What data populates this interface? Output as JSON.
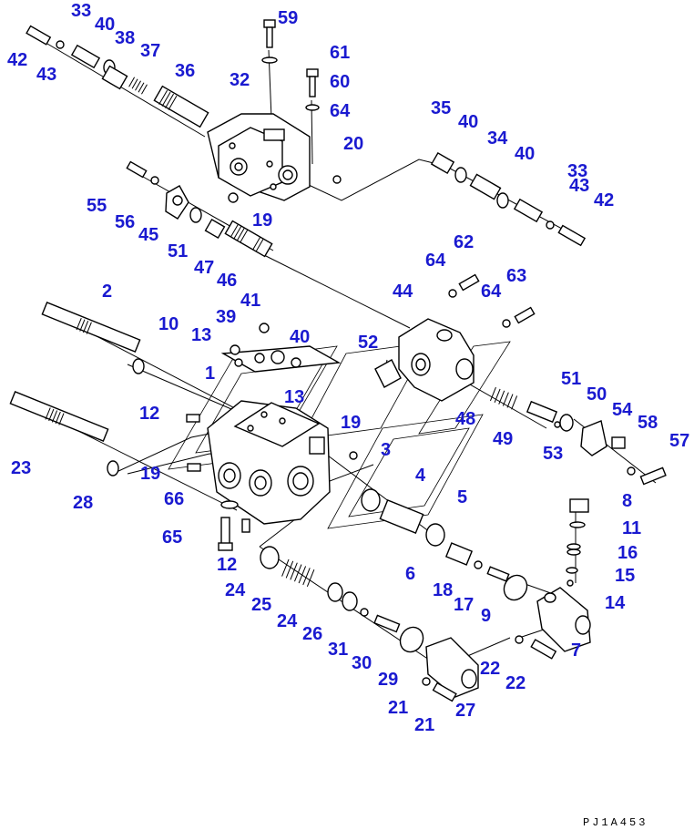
{
  "diagram": {
    "drawing_code": "PJ1A453",
    "label_color": "#1a1ad0",
    "callouts": [
      "33",
      "40",
      "42",
      "43",
      "38",
      "37",
      "36",
      "59",
      "61",
      "32",
      "60",
      "64",
      "20",
      "35",
      "40",
      "34",
      "40",
      "33",
      "43",
      "42",
      "55",
      "56",
      "45",
      "19",
      "51",
      "47",
      "46",
      "62",
      "64",
      "63",
      "44",
      "64",
      "2",
      "10",
      "41",
      "13",
      "39",
      "40",
      "1",
      "13",
      "52",
      "12",
      "19",
      "23",
      "19",
      "28",
      "66",
      "65",
      "12",
      "3",
      "4",
      "5",
      "48",
      "51",
      "50",
      "54",
      "58",
      "49",
      "53",
      "57",
      "8",
      "11",
      "16",
      "15",
      "14",
      "6",
      "18",
      "17",
      "9",
      "7",
      "24",
      "25",
      "24",
      "26",
      "31",
      "30",
      "29",
      "22",
      "21",
      "22",
      "21",
      "27"
    ]
  }
}
